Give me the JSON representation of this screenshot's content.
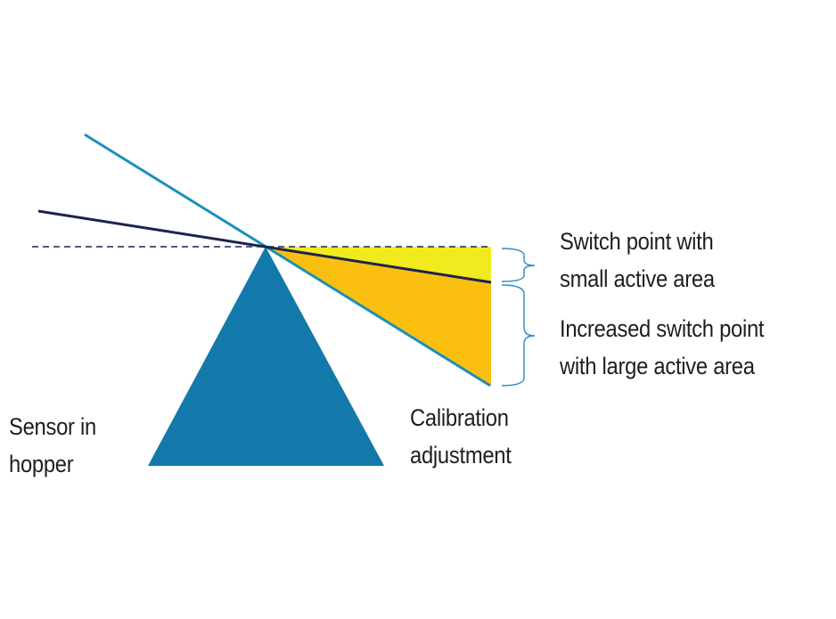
{
  "colors": {
    "sensor_fill": "#1379ab",
    "probe_line": "#1a8fbe",
    "switch_line": "#1b2350",
    "dashed_line": "#1b2350",
    "small_area_fill": "#f1ea1f",
    "large_area_fill": "#fbbf10",
    "bracket": "#2a8cc0",
    "text": "#1e1e1e"
  },
  "labels": {
    "switch_small": {
      "line1": "Switch point with",
      "line2": "small active area"
    },
    "switch_large": {
      "line1": "Increased switch point",
      "line2": "with large active area"
    },
    "calibration": {
      "line1": "Calibration",
      "line2": "adjustment"
    },
    "sensor": {
      "line1": "Sensor in",
      "line2": "hopper"
    }
  }
}
